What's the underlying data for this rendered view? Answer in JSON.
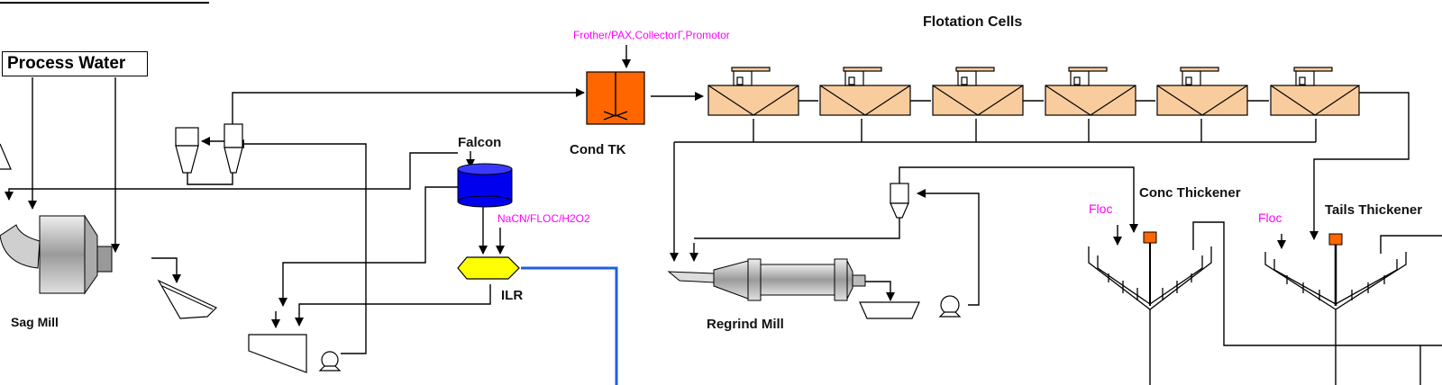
{
  "labels": {
    "process_water": "Process Water",
    "flotation_cells": "Flotation Cells",
    "reagents": "Frother/PAX,CollectorΓ,Promotor",
    "cond_tk": "Cond TK",
    "falcon": "Falcon",
    "nacn": "NaCN/FLOC/H2O2",
    "ilr": "ILR",
    "sag_mill": "Sag Mill",
    "regrind_mill": "Regrind Mill",
    "conc_thickener": "Conc Thickener",
    "tails_thickener": "Tails Thickener",
    "floc_1": "Floc",
    "floc_2": "Floc"
  },
  "colors": {
    "line": "#000000",
    "flotation_cell": "#f9cc9d",
    "cond_tank": "#ff6600",
    "falcon": "#0000ee",
    "ilr": "#ffff00",
    "pipe_blue": "#1f5fe0",
    "reagent_text": "#ff00ff",
    "thickener_drive": "#ff6600",
    "mill": "#bdbdbd"
  }
}
